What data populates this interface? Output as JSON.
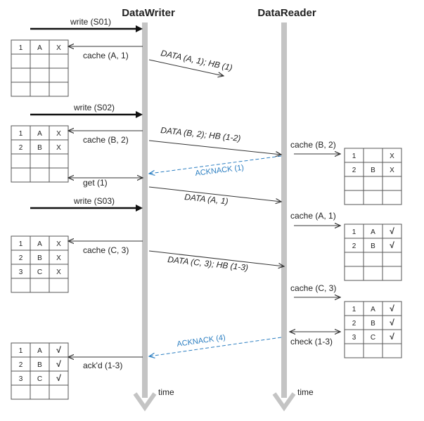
{
  "participants": {
    "writer": "DataWriter",
    "reader": "DataReader"
  },
  "time_label": "time",
  "events": {
    "write_s01": "write (S01)",
    "cache_a1_writer": "cache (A, 1)",
    "data_a1_hb1": "DATA (A, 1); HB (1)",
    "write_s02": "write (S02)",
    "cache_b2_writer": "cache (B, 2)",
    "data_b2_hb12": "DATA (B, 2); HB (1-2)",
    "cache_b2_reader": "cache (B, 2)",
    "acknack_1": "ACKNACK (1)",
    "get_1": "get (1)",
    "data_a1": "DATA (A, 1)",
    "write_s03": "write (S03)",
    "cache_a1_reader": "cache (A, 1)",
    "cache_c3_writer": "cache (C, 3)",
    "data_c3_hb13": "DATA (C, 3); HB (1-3)",
    "cache_c3_reader": "cache (C, 3)",
    "acknack_4": "ACKNACK (4)",
    "check_13": "check (1-3)",
    "ackd_13": "ack'd (1-3)"
  },
  "colors": {
    "lifeline": "#c4c4c4",
    "ack": "#2b7ec1",
    "line": "#333333"
  },
  "tables": [
    {
      "name": "writer-history-1",
      "rows": [
        [
          "1",
          "A",
          "X"
        ],
        [
          "",
          "",
          ""
        ],
        [
          "",
          "",
          ""
        ],
        [
          "",
          "",
          ""
        ]
      ]
    },
    {
      "name": "writer-history-2",
      "rows": [
        [
          "1",
          "A",
          "X"
        ],
        [
          "2",
          "B",
          "X"
        ],
        [
          "",
          "",
          ""
        ],
        [
          "",
          "",
          ""
        ]
      ]
    },
    {
      "name": "writer-history-3",
      "rows": [
        [
          "1",
          "A",
          "X"
        ],
        [
          "2",
          "B",
          "X"
        ],
        [
          "3",
          "C",
          "X"
        ],
        [
          "",
          "",
          ""
        ]
      ]
    },
    {
      "name": "writer-history-4",
      "rows": [
        [
          "1",
          "A",
          "√"
        ],
        [
          "2",
          "B",
          "√"
        ],
        [
          "3",
          "C",
          "√"
        ],
        [
          "",
          "",
          ""
        ]
      ]
    },
    {
      "name": "reader-history-1",
      "rows": [
        [
          "1",
          "",
          "X"
        ],
        [
          "2",
          "B",
          "X"
        ],
        [
          "",
          "",
          ""
        ],
        [
          "",
          "",
          ""
        ]
      ]
    },
    {
      "name": "reader-history-2",
      "rows": [
        [
          "1",
          "A",
          "√"
        ],
        [
          "2",
          "B",
          "√"
        ],
        [
          "",
          "",
          ""
        ],
        [
          "",
          "",
          ""
        ]
      ]
    },
    {
      "name": "reader-history-3",
      "rows": [
        [
          "1",
          "A",
          "√"
        ],
        [
          "2",
          "B",
          "√"
        ],
        [
          "3",
          "C",
          "√"
        ],
        [
          "",
          "",
          ""
        ]
      ]
    }
  ]
}
